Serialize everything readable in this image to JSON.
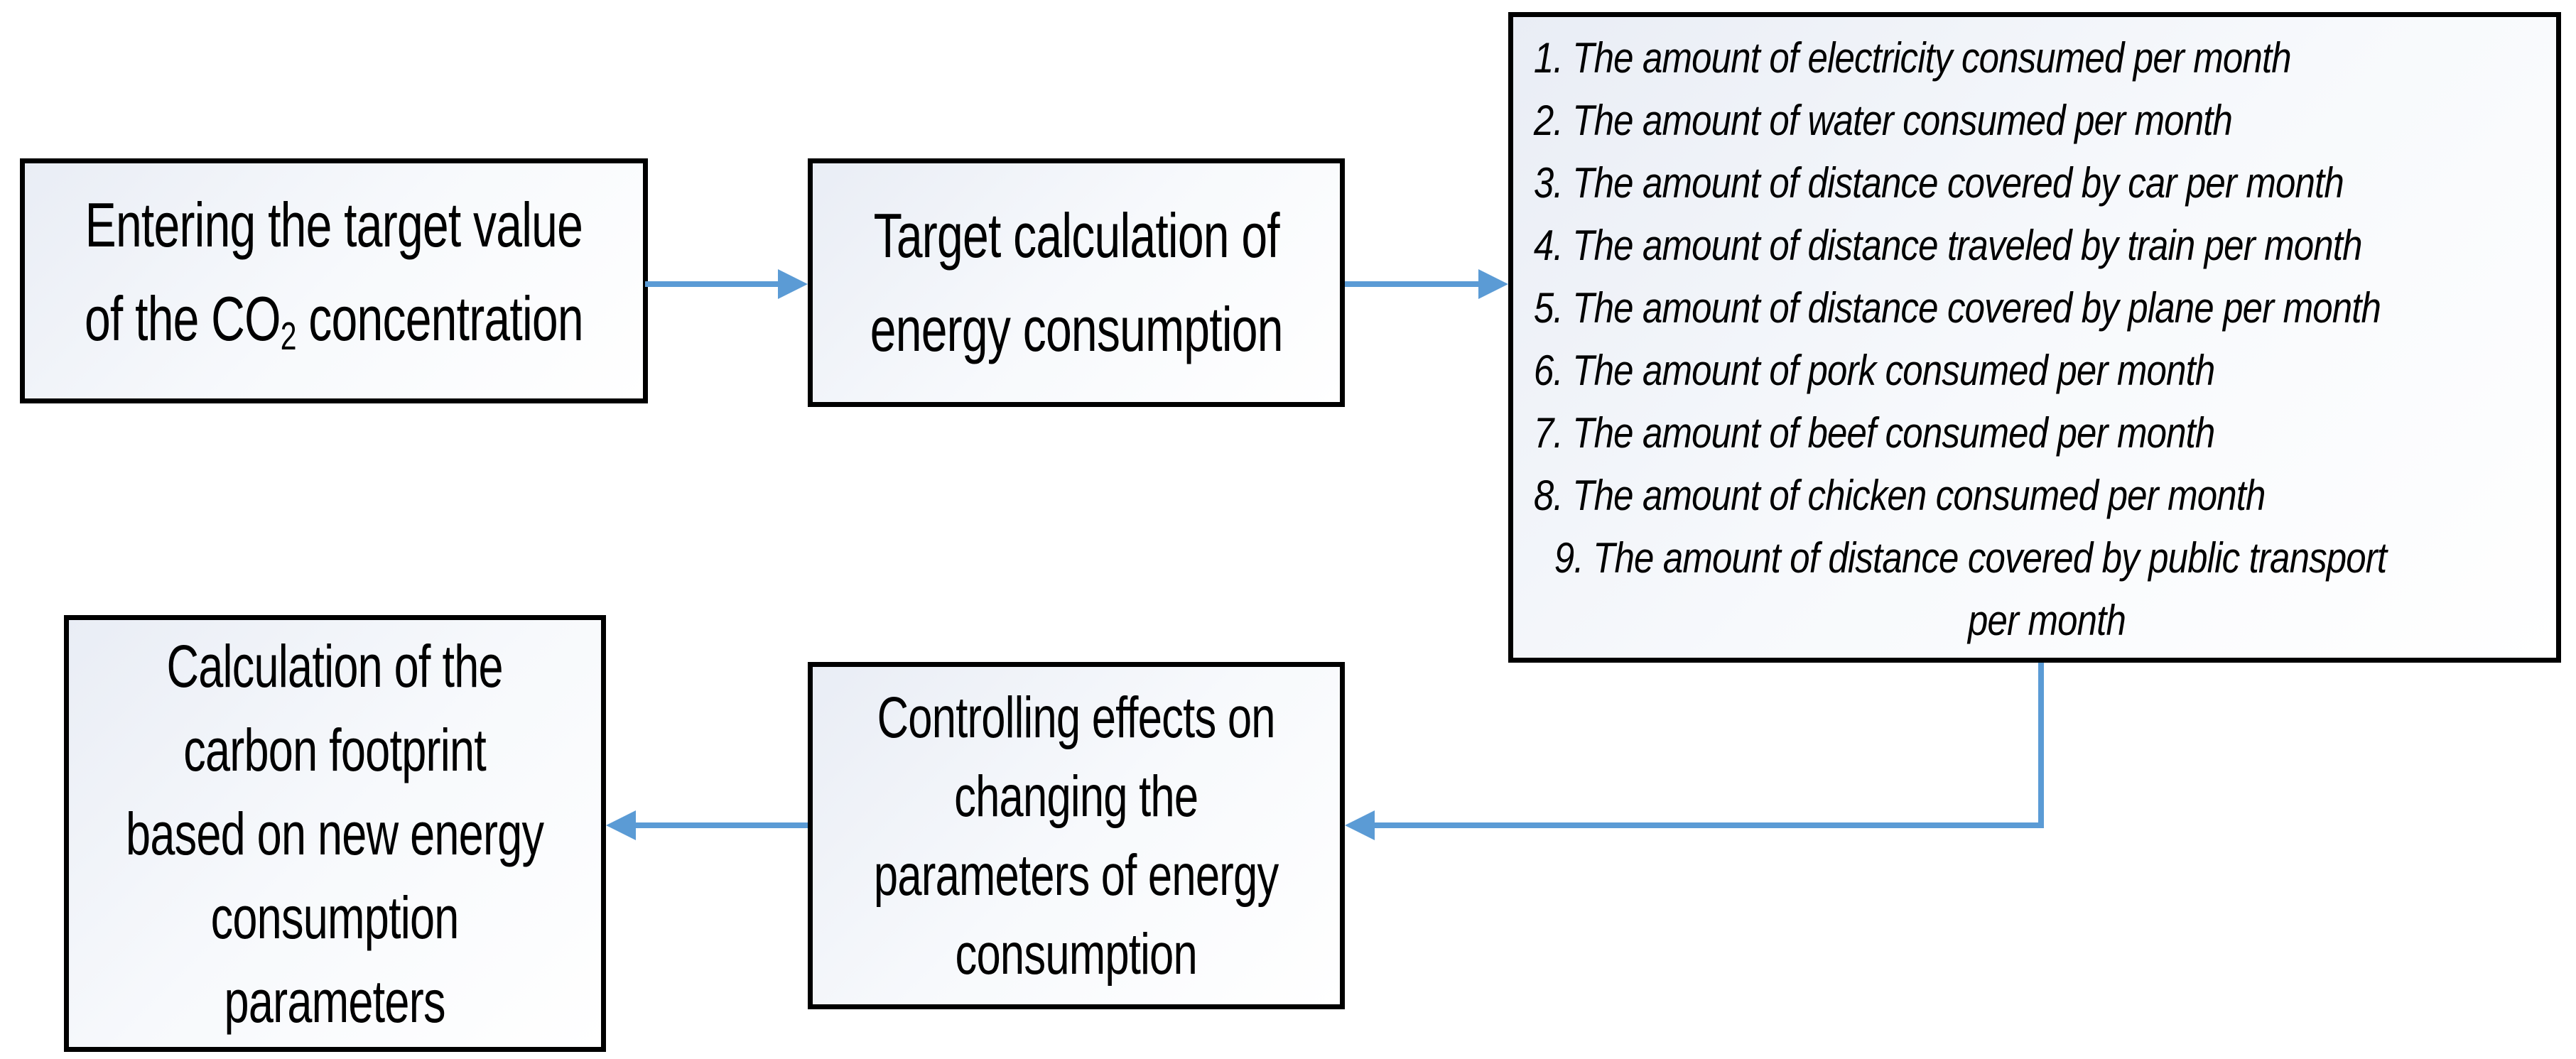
{
  "diagram": {
    "colors": {
      "arrow": "#5b9bd5",
      "border": "#000000",
      "fill_start": "#e9edf5",
      "fill_end": "#ffffff",
      "text": "#000000"
    },
    "nodes": {
      "enter_target": {
        "line1": "Entering the target value",
        "line2_pre": "of the CO",
        "line2_sub": "2",
        "line2_post": " concentration"
      },
      "target_calculation": {
        "line1": "Target calculation of",
        "line2": "energy consumption"
      },
      "parameters": {
        "items": [
          {
            "num": "1.",
            "text": "The amount of electricity consumed per month"
          },
          {
            "num": "2.",
            "text": "The amount of water consumed per month"
          },
          {
            "num": "3.",
            "text": "The amount of distance covered by car per month"
          },
          {
            "num": "4.",
            "text": "The amount of distance traveled by train per month"
          },
          {
            "num": "5.",
            "text": "The amount of distance covered by plane per month"
          },
          {
            "num": "6.",
            "text": "The amount of pork consumed per month"
          },
          {
            "num": "7.",
            "text": "The amount of beef consumed per month"
          },
          {
            "num": "8.",
            "text": "The amount of chicken consumed per month"
          },
          {
            "num": "9.",
            "text": "The amount of distance covered by public transport",
            "text_line2": "per month"
          }
        ]
      },
      "controlling_effects": {
        "line1": "Controlling effects on",
        "line2": "changing the",
        "line3": "parameters of energy",
        "line4": "consumption"
      },
      "carbon_calculation": {
        "line1": "Calculation of the",
        "line2": "carbon footprint",
        "line3": "based on new energy",
        "line4": "consumption",
        "line5": "parameters"
      }
    }
  }
}
